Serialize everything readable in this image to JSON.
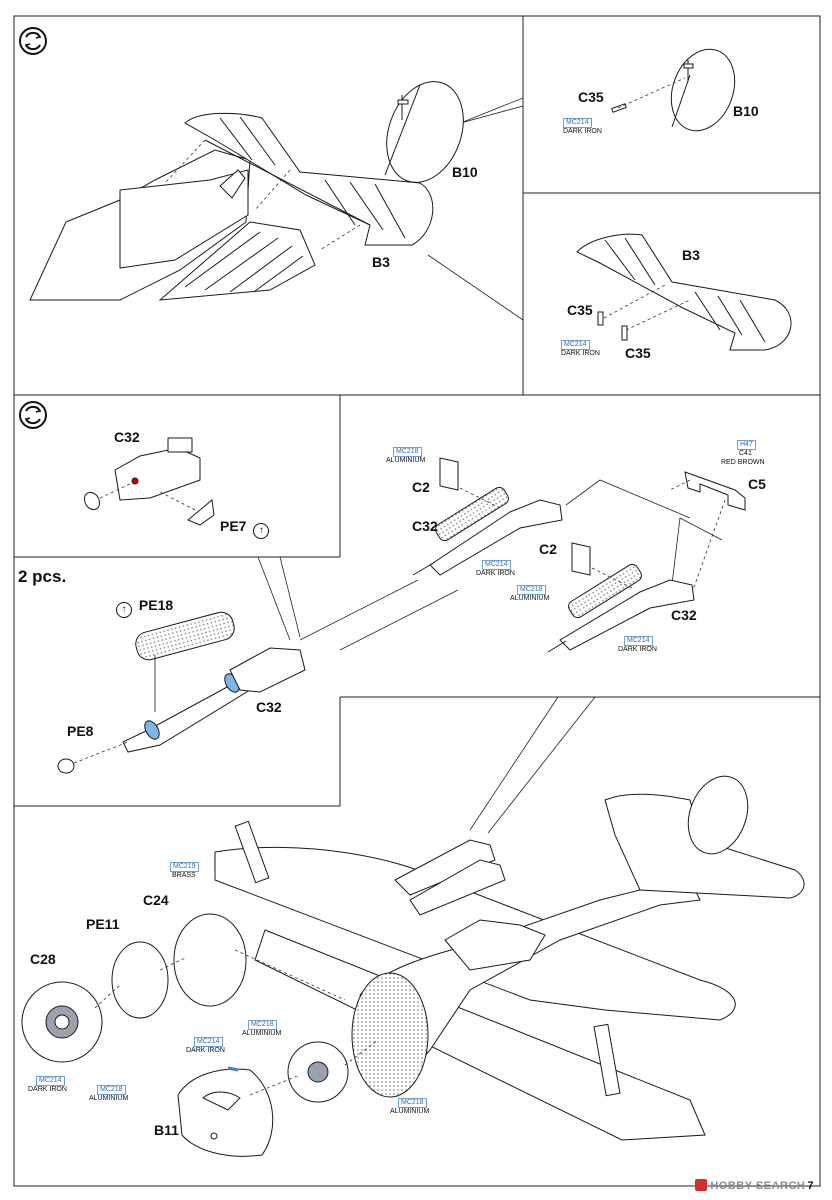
{
  "labels": {
    "b10_main": "B10",
    "b3_main": "B3",
    "c35_top": "C35",
    "b10_detail": "B10",
    "b3_detail": "B3",
    "c35_left": "C35",
    "c35_right": "C35",
    "c32_top": "C32",
    "pe7": "PE7",
    "c2_a": "C2",
    "c32_gun_a": "C32",
    "c5": "C5",
    "c2_b": "C2",
    "c32_gun_b": "C32",
    "two_pcs": "2 pcs.",
    "pe18": "PE18",
    "pe8": "PE8",
    "c32_barrel": "C32",
    "c24": "C24",
    "pe11": "PE11",
    "c28": "C28",
    "b11": "B11",
    "page_number": "7"
  },
  "paints": {
    "mc214_1": {
      "code": "MC214",
      "name": "DARK IRON"
    },
    "mc214_2": {
      "code": "MC214",
      "name": "DARK IRON"
    },
    "mc218_1": {
      "code": "MC218",
      "name": "ALUMINIUM"
    },
    "mc214_3": {
      "code": "MC214",
      "name": "DARK IRON"
    },
    "mc218_2": {
      "code": "MC218",
      "name": "ALUMINIUM"
    },
    "mc214_4": {
      "code": "MC214",
      "name": "DARK IRON"
    },
    "h47_c41": {
      "code": "H47",
      "code2": "C41",
      "name": "RED BROWN"
    },
    "mc219": {
      "code": "MC219",
      "name": "BRASS"
    },
    "mc214_5": {
      "code": "MC214",
      "name": "DARK IRON"
    },
    "mc214_6": {
      "code": "MC214",
      "name": "DARK IRON"
    },
    "mc218_3": {
      "code": "MC218",
      "name": "ALUMINIUM"
    },
    "mc218_4": {
      "code": "MC218",
      "name": "ALUMINIUM"
    },
    "mc218_5": {
      "code": "MC218",
      "name": "ALUMINIUM"
    }
  },
  "watermark": "HOBBY SEARCH",
  "colors": {
    "line": "#1a1a1a",
    "paint_box": "#2d6db5",
    "accent_blue": "#3a7fd0",
    "hatch": "#555555"
  }
}
